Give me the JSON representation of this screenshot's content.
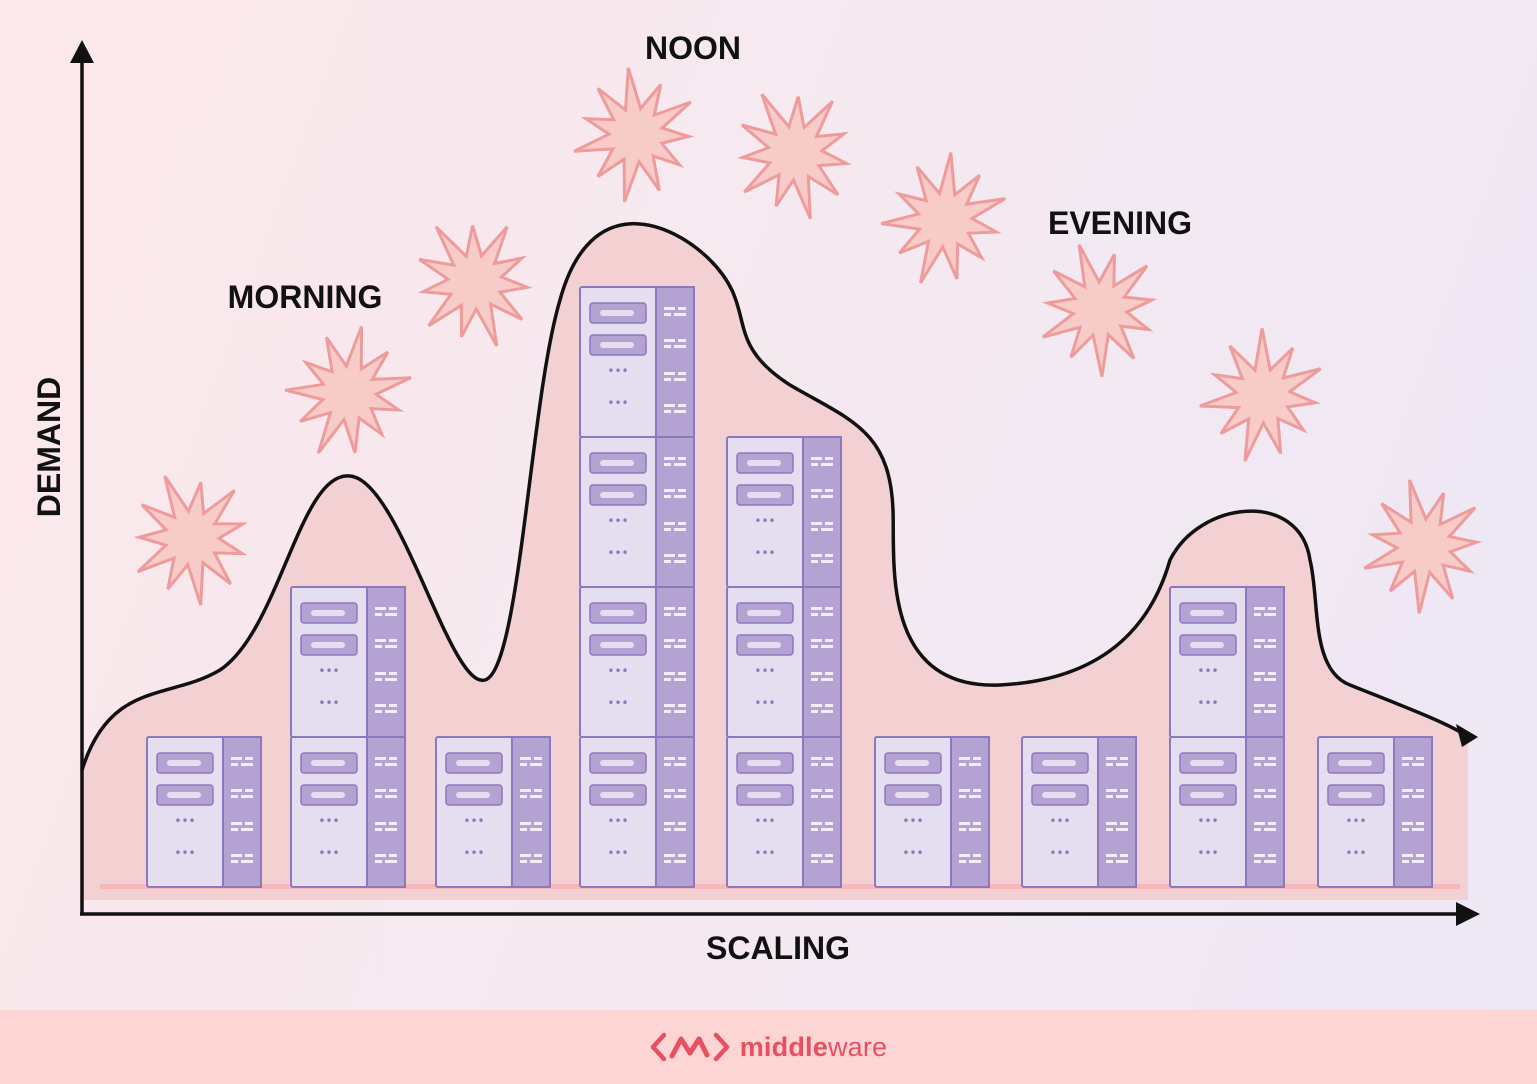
{
  "labels": {
    "y_axis": "DEMAND",
    "x_axis": "SCALING",
    "morning": "MORNING",
    "noon": "NOON",
    "evening": "EVENING"
  },
  "server_stacks": [
    1,
    2,
    1,
    4,
    3,
    1,
    1,
    2,
    1
  ],
  "server_panel_glyph": "•••",
  "icons": {
    "burst": "starburst-icon",
    "server": "server-rack-icon",
    "logo": "middleware-logo-icon"
  },
  "brand": {
    "strong": "middle",
    "rest": "ware"
  },
  "colors": {
    "burst_fill": "#f6cbc8",
    "burst_stroke": "#ee9b9c",
    "area_fill": "#f3d0d2",
    "server_body": "#e5def0",
    "server_side": "#b3a2d2",
    "server_stroke": "#8c78bd",
    "brand": "#e85060",
    "footer_bg": "#fdd5d5"
  }
}
